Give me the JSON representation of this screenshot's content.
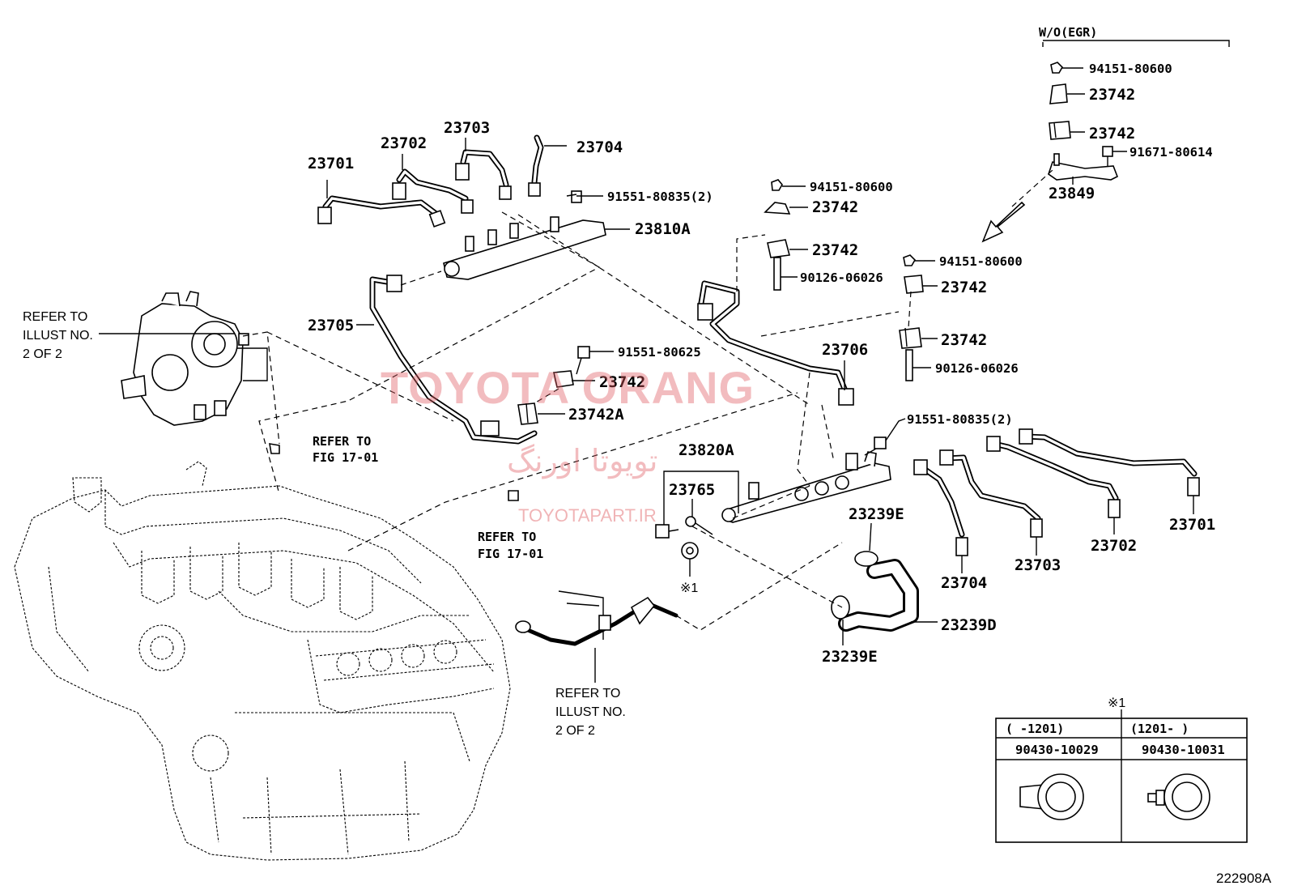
{
  "header": {
    "variant_label": "W/O(EGR)"
  },
  "callouts": {
    "p23701_left": "23701",
    "p23702_left": "23702",
    "p23703_left": "23703",
    "p23704_left": "23704",
    "p91551_80835_top": "91551-80835(2)",
    "p23810A": "23810A",
    "p23705": "23705",
    "p91551_80625": "91551-80625",
    "p23742_mid": "23742",
    "p23742A": "23742A",
    "p94151_mid": "94151-80600",
    "p23742_mid2": "23742",
    "p23742_mid3": "23742",
    "p90126_mid": "90126-06026",
    "p23706": "23706",
    "p94151_right": "94151-80600",
    "p23742_right1": "23742",
    "p23742_right2": "23742",
    "p90126_right": "90126-06026",
    "p94151_wo": "94151-80600",
    "p23742_wo1": "23742",
    "p23742_wo2": "23742",
    "p91671": "91671-80614",
    "p23849": "23849",
    "p91551_80835_right": "91551-80835(2)",
    "p23820A": "23820A",
    "p23765": "23765",
    "p23239E_top": "23239E",
    "p23239D": "23239D",
    "p23239E_bottom": "23239E",
    "p23704_right": "23704",
    "p23703_right": "23703",
    "p23702_right": "23702",
    "p23701_right": "23701",
    "note_mark": "※1"
  },
  "references": {
    "illust_top_1": "REFER TO",
    "illust_top_2": "ILLUST NO.",
    "illust_top_3": "2 OF 2",
    "fig_a_1": "REFER TO",
    "fig_a_2": "FIG 17-01",
    "fig_b_1": "REFER TO",
    "fig_b_2": "FIG 17-01",
    "illust_bottom_1": "REFER TO",
    "illust_bottom_2": "ILLUST NO.",
    "illust_bottom_3": "2 OF 2"
  },
  "variant_table": {
    "mark": "※1",
    "columns": [
      {
        "range": "(    -1201)",
        "part_no": "90430-10029"
      },
      {
        "range": "(1201-    )",
        "part_no": "90430-10031"
      }
    ]
  },
  "watermark": {
    "line1": "TOYOTA ORANG",
    "line2": "تویوتا اورنگ",
    "line3": "TOYOTAPART.IR"
  },
  "figure_id": "222908A"
}
